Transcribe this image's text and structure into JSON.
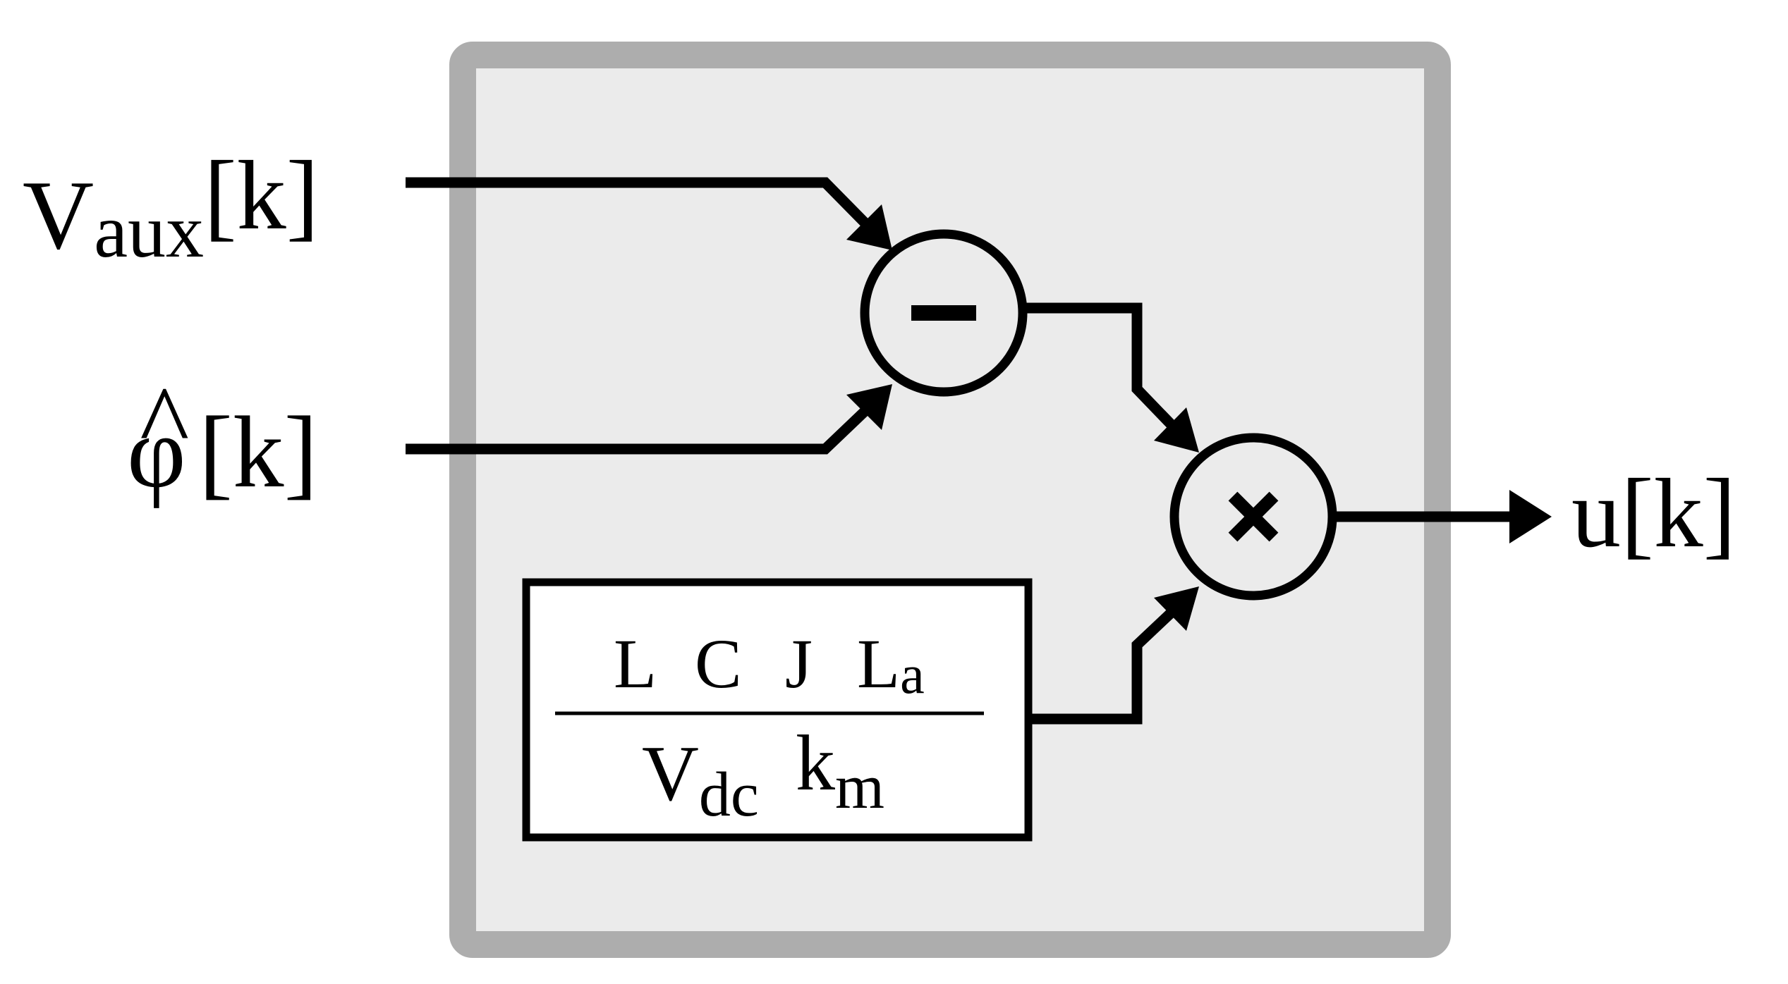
{
  "inputs": {
    "v_aux": {
      "main": "V",
      "sub": "aux",
      "suffix": "[k]"
    },
    "phi_hat": {
      "main": "φ",
      "hat": "^",
      "suffix": "[k]"
    }
  },
  "output": {
    "label": "u[k]"
  },
  "operators": {
    "subtract": "−",
    "multiply": "×"
  },
  "gain_block": {
    "numerator": {
      "L": "L",
      "C": "C",
      "J": "J",
      "La_main": "L",
      "La_sub": "a"
    },
    "denominator": {
      "V_main": "V",
      "V_sub": "dc",
      "k_main": "k",
      "k_sub": "m"
    }
  },
  "colors": {
    "container_fill": "#ebebeb",
    "container_border": "#adadad",
    "line": "#000000"
  }
}
